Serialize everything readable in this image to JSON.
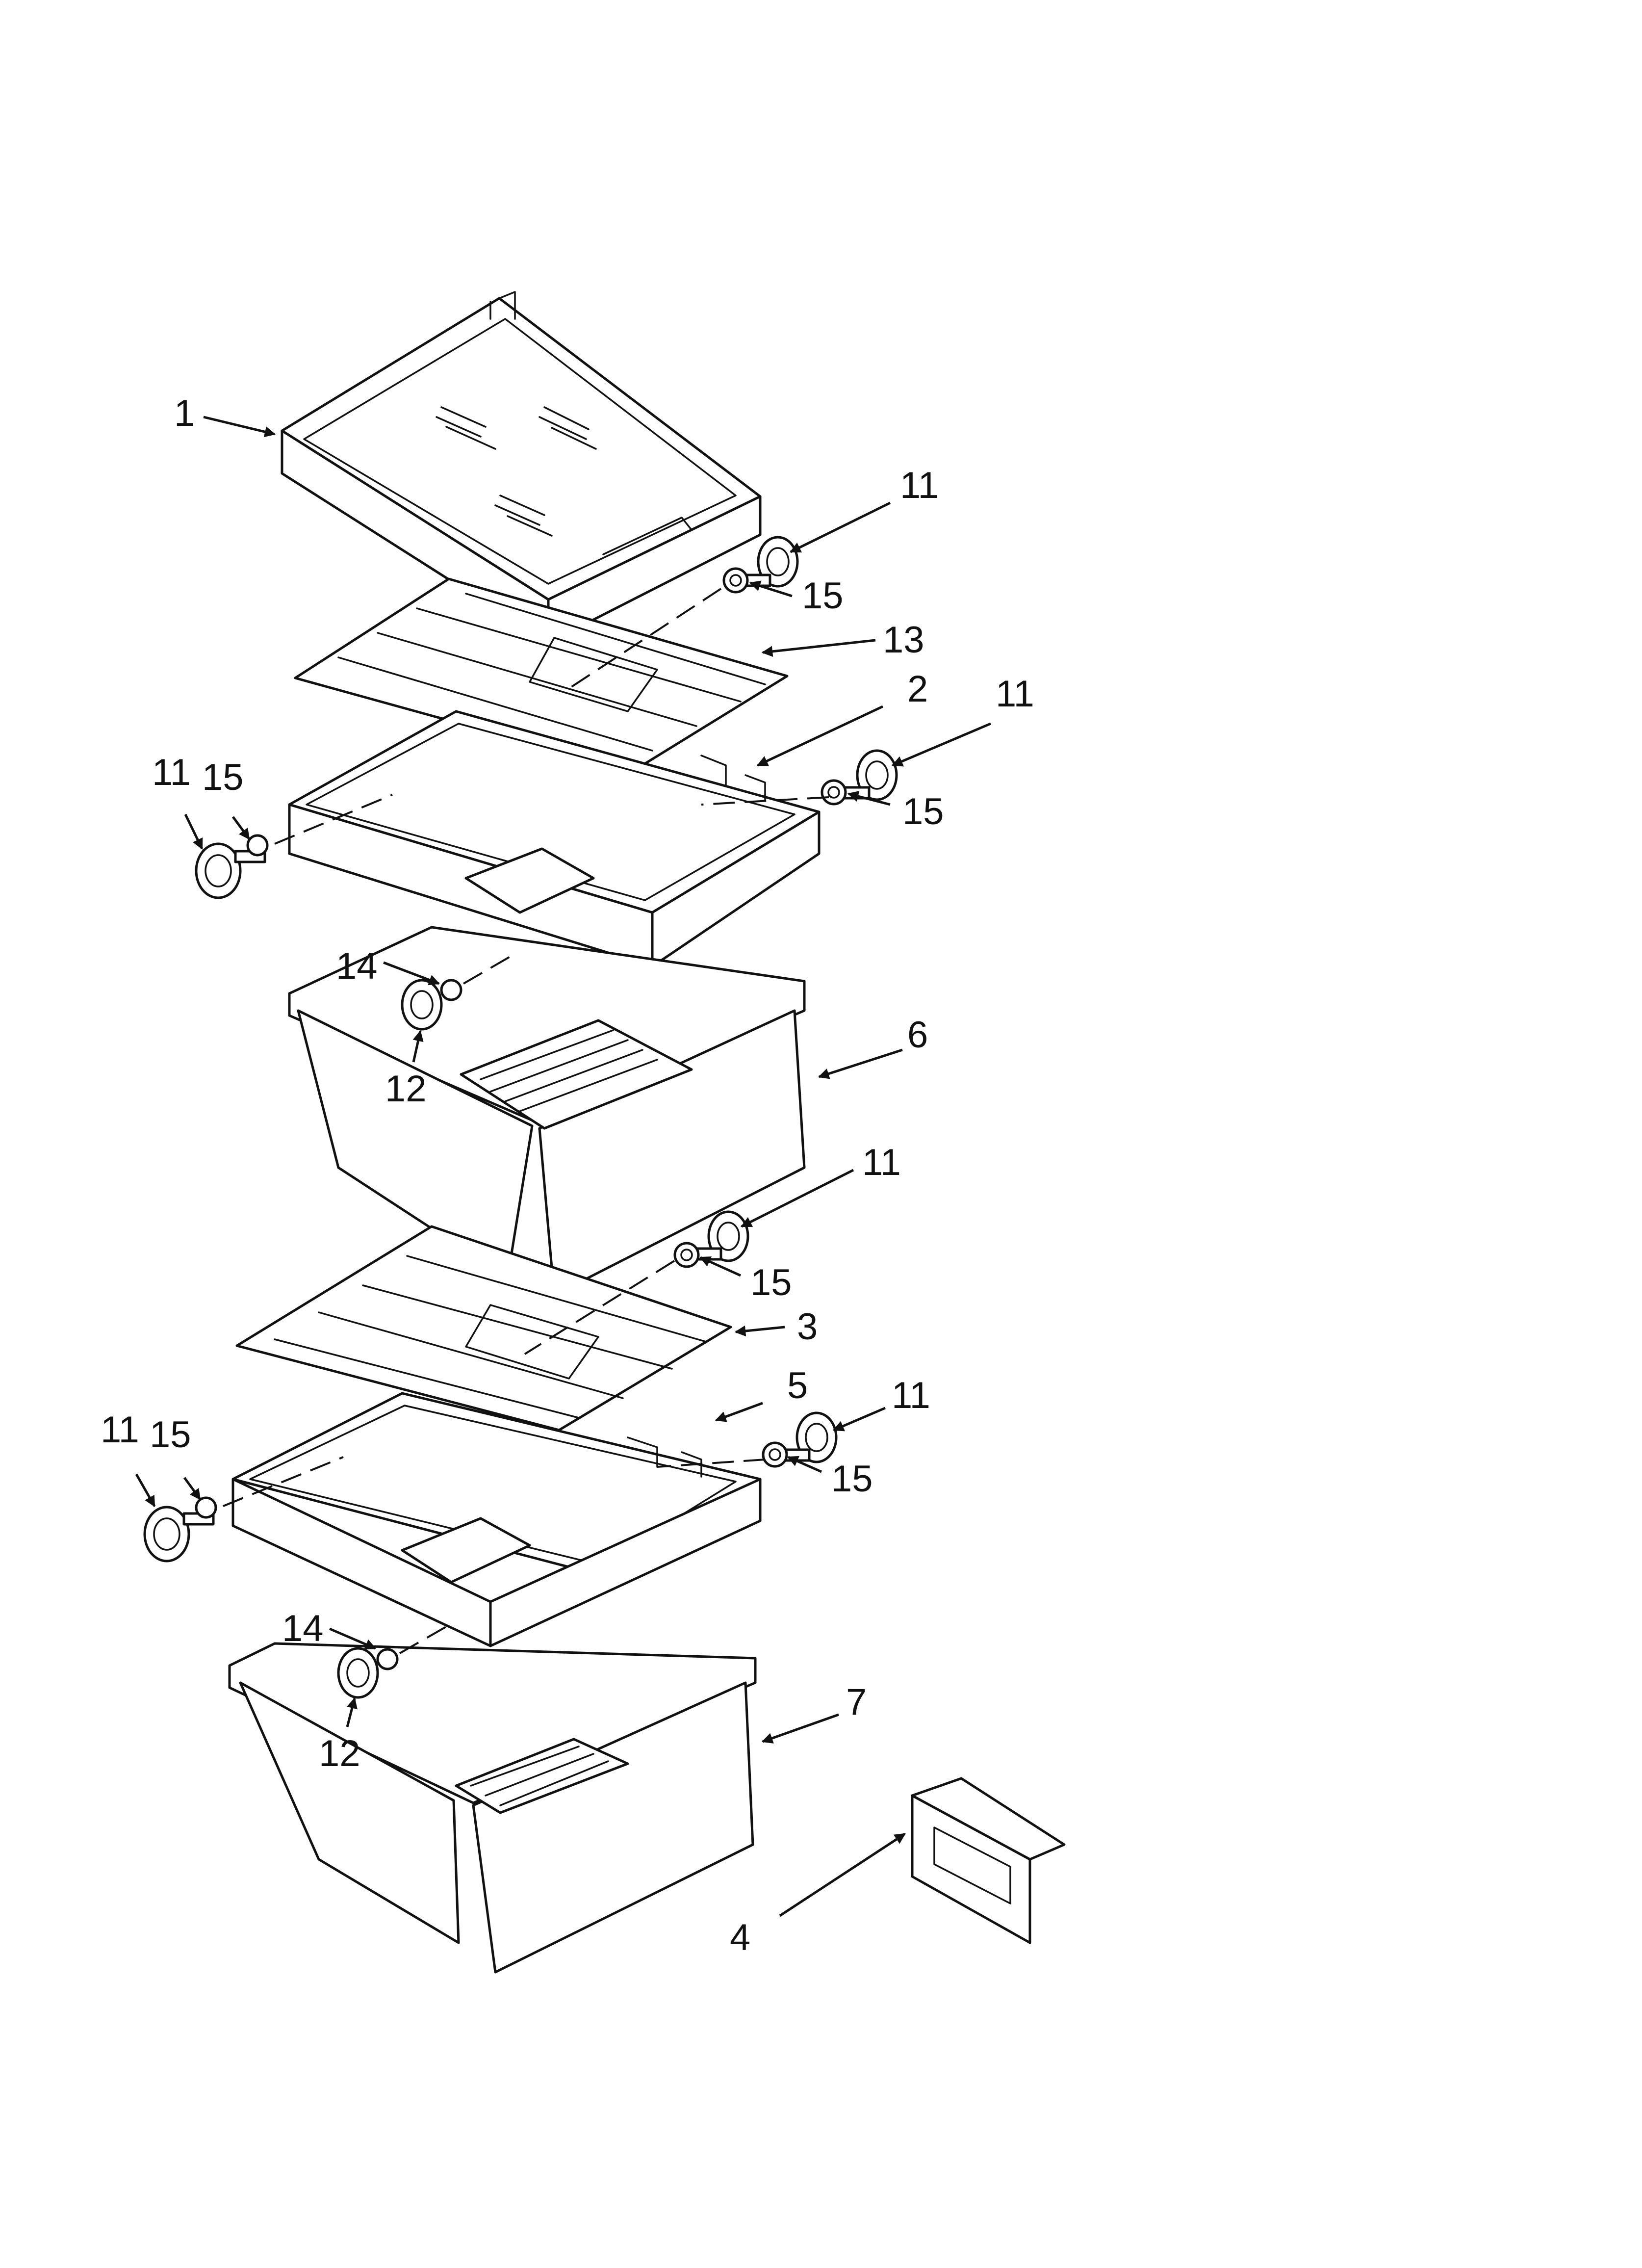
{
  "diagram": {
    "callouts": {
      "c1": "1",
      "c11a": "11",
      "c15a": "15",
      "c13": "13",
      "c2": "2",
      "c11b": "11",
      "c15b": "15",
      "c11c": "11",
      "c15c": "15",
      "c14a": "14",
      "c12a": "12",
      "c6": "6",
      "c11d": "11",
      "c15d": "15",
      "c3": "3",
      "c5": "5",
      "c11e": "11",
      "c15e": "15",
      "c11f": "11",
      "c15f": "15",
      "c14b": "14",
      "c12b": "12",
      "c7": "7",
      "c4": "4"
    }
  }
}
